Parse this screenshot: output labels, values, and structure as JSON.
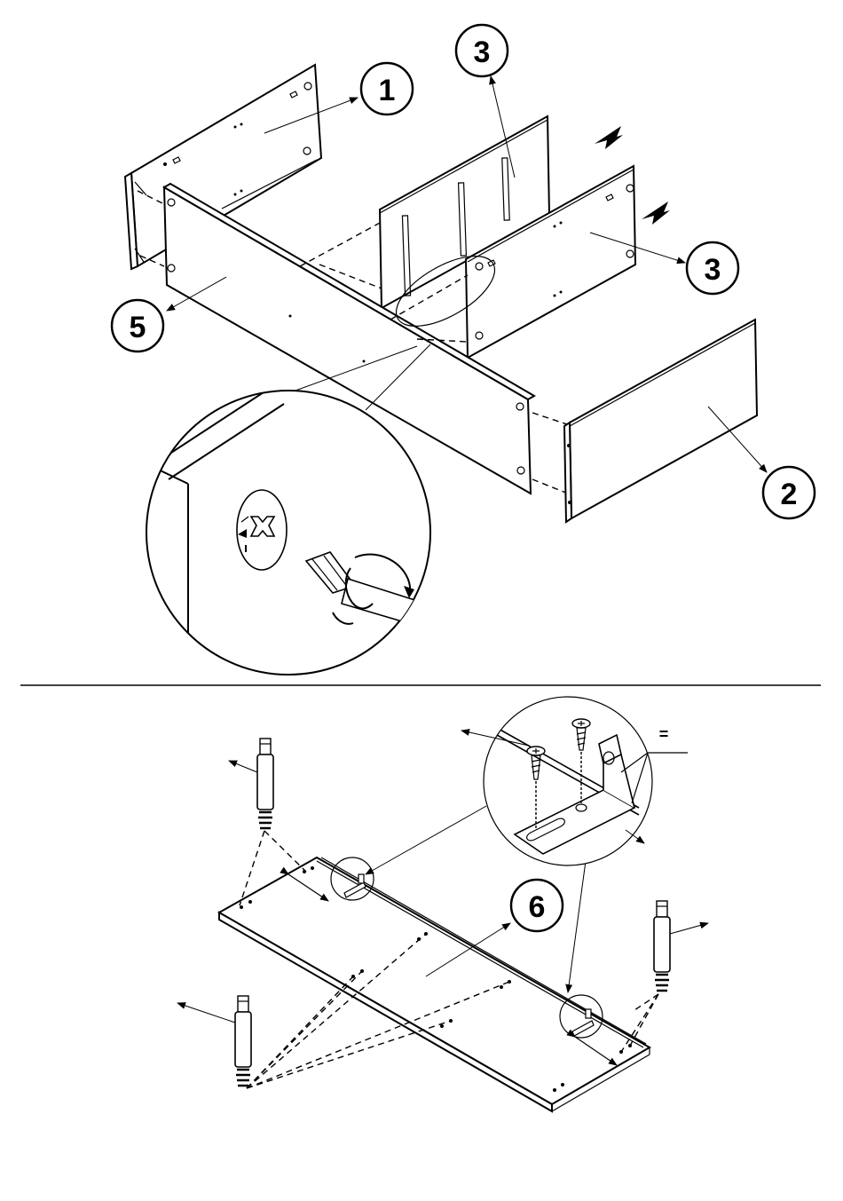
{
  "callouts": {
    "part_1": "1",
    "part_3_upper": "3",
    "part_3_lower": "3",
    "part_5": "5",
    "part_2": "2",
    "part_6": "6"
  },
  "detail_mark": "="
}
